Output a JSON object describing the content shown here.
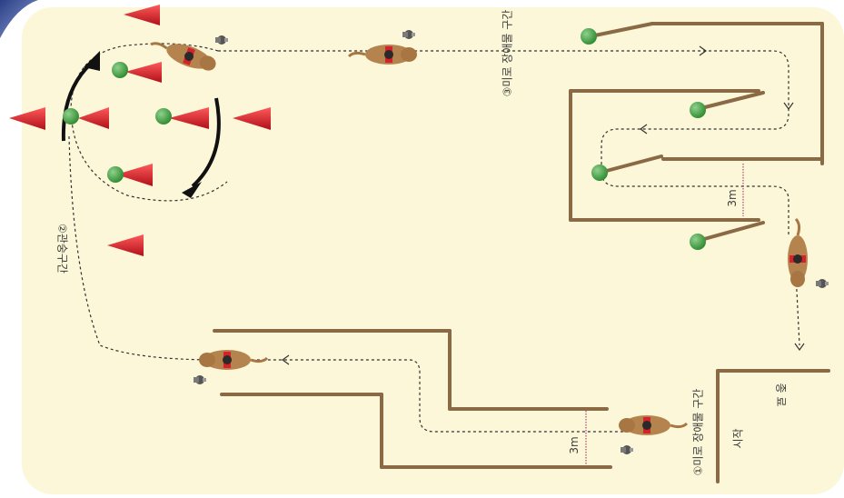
{
  "labels": {
    "section1": "①미로 장애물 구간",
    "section2": "②관숭구간",
    "section3": "③미로 장애물 구간",
    "start": "시작",
    "finish": "종 료",
    "distance_a": "3m",
    "distance_b": "3m"
  },
  "colors": {
    "background": "#fbf7d8",
    "wall": "#8a6a45",
    "cone": "#d8202a",
    "ball": "#3a9a3a",
    "path": "#333333"
  }
}
